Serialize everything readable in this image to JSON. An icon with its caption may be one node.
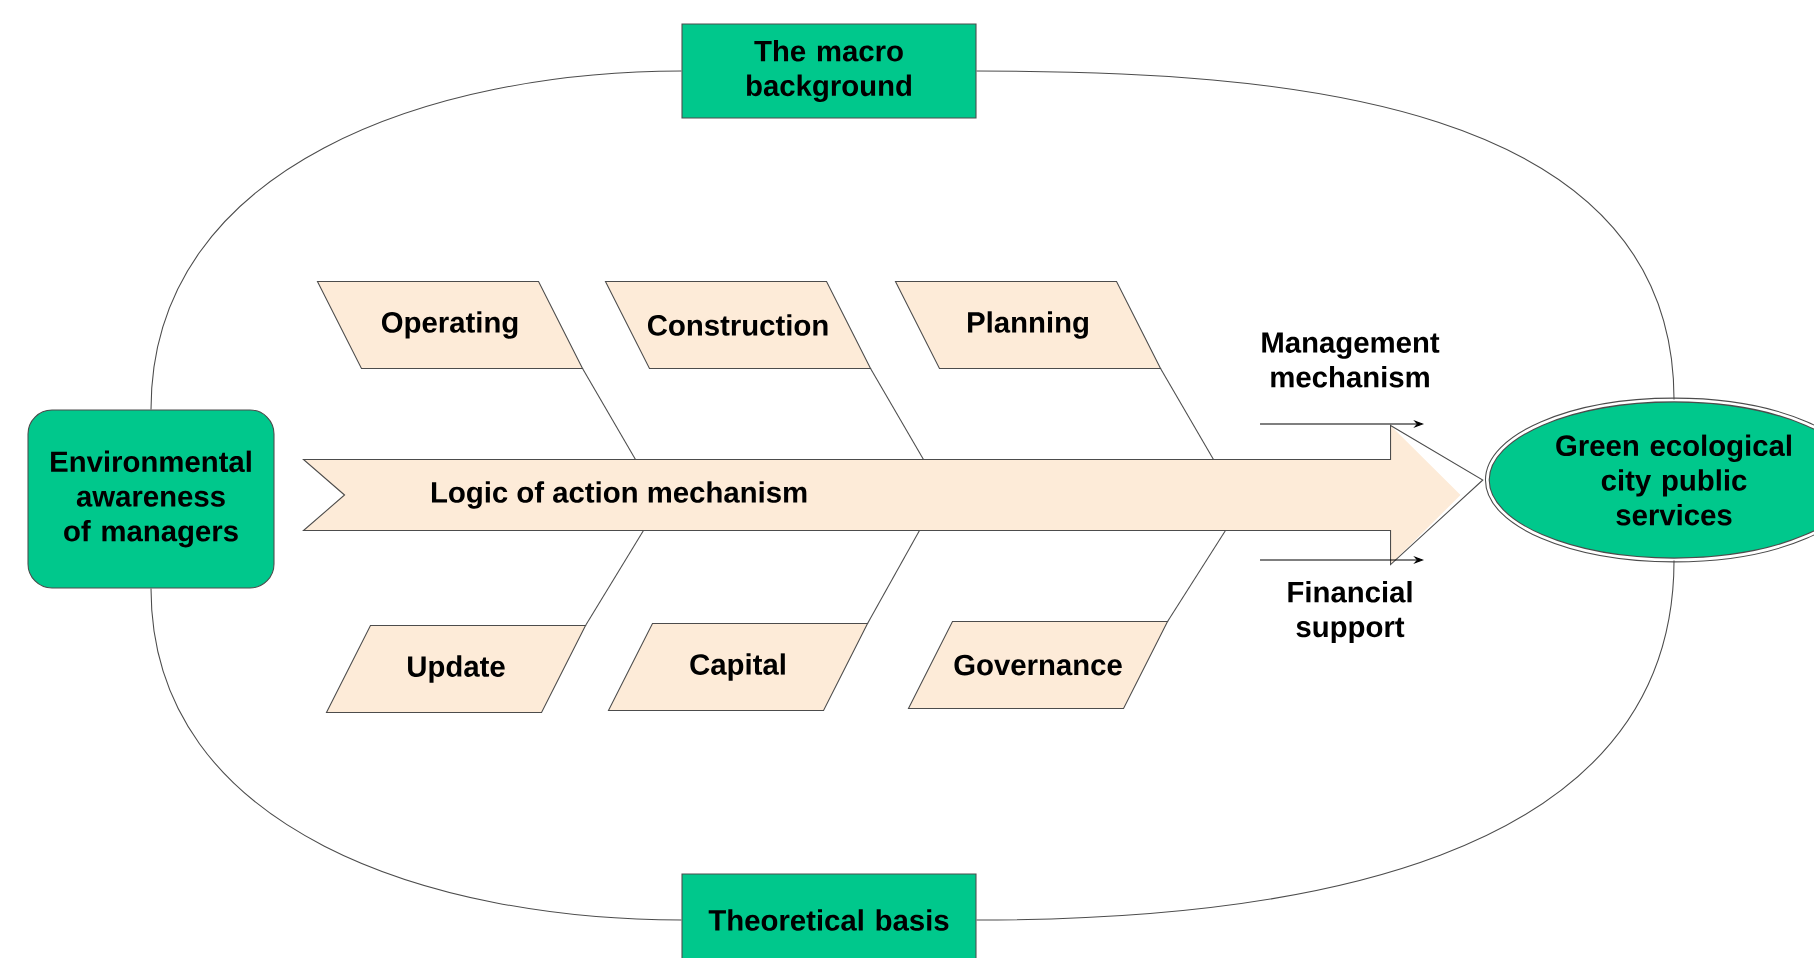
{
  "diagram": {
    "nodes": [
      {
        "text": [
          "The macro background"
        ]
      },
      {
        "text": [
          "Environmental awareness of managers"
        ]
      },
      {
        "text": [
          "Logic of action mechanism"
        ]
      },
      {
        "text": [
          "Green ecological city public services"
        ]
      },
      {
        "text": [
          "Theoretical basis"
        ]
      },
      {
        "text": [
          "Operating"
        ]
      },
      {
        "text": [
          "Construction"
        ]
      },
      {
        "text": [
          "Planning"
        ]
      },
      {
        "text": [
          "Update"
        ]
      },
      {
        "text": [
          "Capital"
        ]
      },
      {
        "text": [
          "Governance"
        ]
      }
    ],
    "edges": [
      {
        "from": 0,
        "to": 1,
        "arrow": "none"
      },
      {
        "from": 0,
        "to": 3,
        "arrow": "none"
      },
      {
        "from": 1,
        "to": 4,
        "arrow": "none"
      },
      {
        "from": 4,
        "to": 3,
        "arrow": "none"
      },
      {
        "from": 5,
        "to": 2,
        "arrow": "none"
      },
      {
        "from": 6,
        "to": 2,
        "arrow": "none"
      },
      {
        "from": 7,
        "to": 2,
        "arrow": "none"
      },
      {
        "from": 8,
        "to": 2,
        "arrow": "none"
      },
      {
        "from": 9,
        "to": 2,
        "arrow": "none"
      },
      {
        "from": 10,
        "to": 2,
        "arrow": "none"
      },
      {
        "from": 1,
        "to": 3,
        "arrow": "to"
      }
    ],
    "labels": [
      "Management mechanism",
      "Financial support"
    ]
  }
}
